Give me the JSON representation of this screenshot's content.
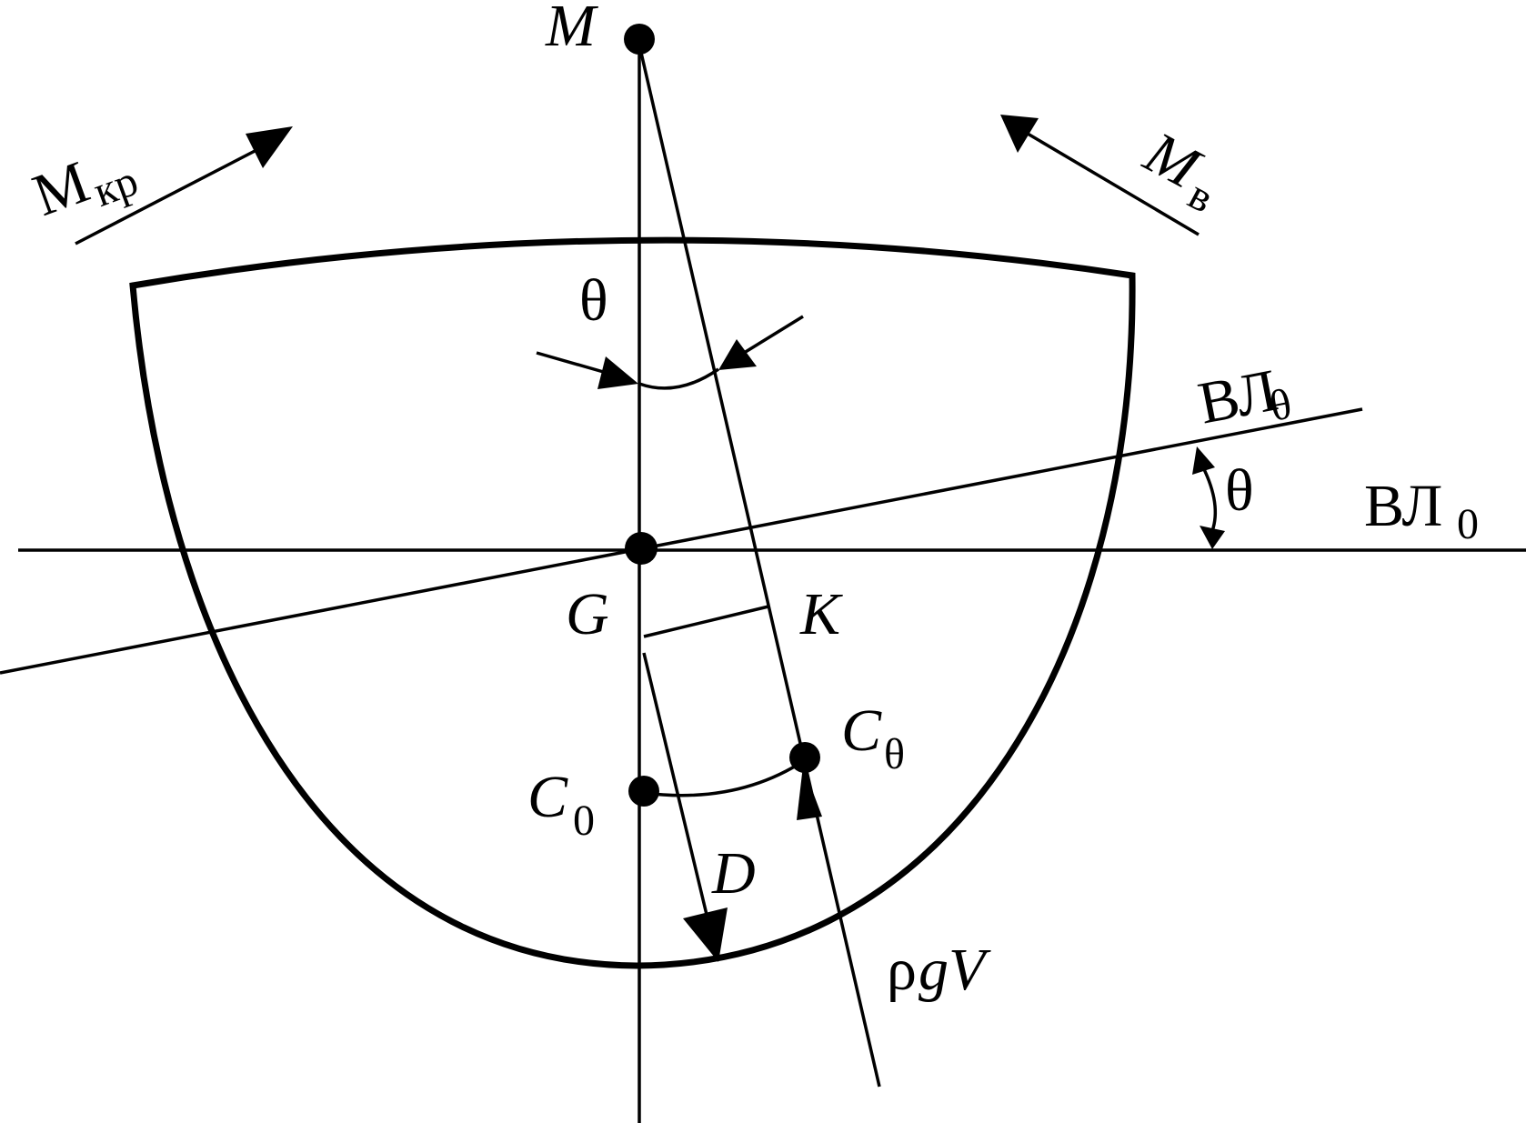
{
  "labels": {
    "M": "M",
    "M_kr_main": "M",
    "M_kr_sub": "кр",
    "M_v_main": "M",
    "M_v_sub": "в",
    "theta_top": "θ",
    "theta_side": "θ",
    "VL_theta_main": "ВЛ",
    "VL_theta_sub": "θ",
    "VL_0_main": "ВЛ",
    "VL_0_sub": "0",
    "G": "G",
    "K": "K",
    "C_theta_main": "C",
    "C_theta_sub": "θ",
    "C_0_main": "C",
    "C_0_sub": "0",
    "D": "D",
    "rho_g": "ρ",
    "rho_gV": "gV"
  },
  "colors": {
    "ink": "#000000",
    "background": "#ffffff"
  }
}
